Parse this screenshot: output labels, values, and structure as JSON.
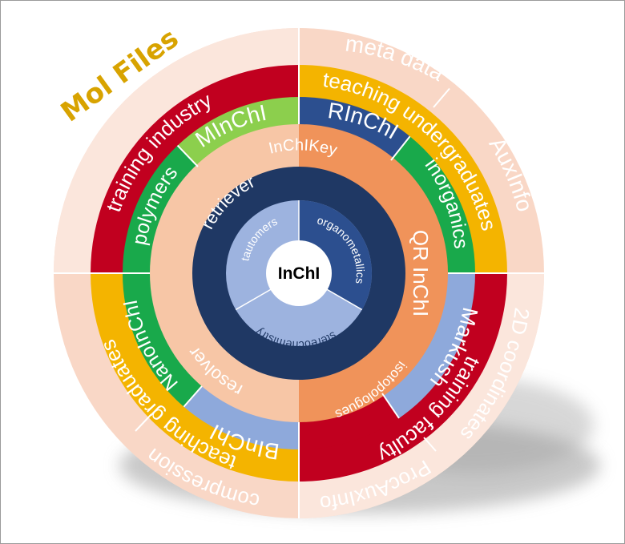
{
  "center": {
    "label": "InChI"
  },
  "rings": {
    "inner": {
      "tautomers": "tautomers",
      "organometallics": "organometallics",
      "stereochemistry": "stereochemistry"
    },
    "key": {
      "inchikey": "InChIKey",
      "isotopologues": "isotopologues"
    },
    "tools": {
      "retriever": "retriever",
      "qr_inchi": "QR InChI",
      "resolver": "resolver"
    },
    "extensions": {
      "polymers": "polymers",
      "minchi": "MInChI",
      "rinchi": "RInChI",
      "inorganics": "inorganics",
      "markush": "Markush",
      "nanoinchi": "NanoInChI",
      "binchi": "BInChI"
    },
    "education": {
      "training_industry": "training industry",
      "teaching_undergraduates": "teaching undergraduates",
      "training_faculty": "training faculty",
      "teaching_graduates": "teaching graduates"
    },
    "outer": {
      "meta_data": "meta data",
      "auxinfo": "AuxInfo",
      "coordinates_2d": "2D coordinates",
      "procauxinfo": "ProcAuxInfo",
      "compression": "compression"
    }
  },
  "callout": {
    "mol_files": "Mol Files"
  },
  "colors": {
    "outer_ring": "#f9d7c6",
    "red": "#c1001f",
    "yellow": "#f4b400",
    "green": "#19a94b",
    "light_green": "#8ccf4d",
    "blue": "#2c4f8f",
    "periwinkle": "#8ea9db",
    "peach": "#f7c6a6",
    "orange": "#f0935a",
    "navy": "#1f3864",
    "light_blue": "#9db3df",
    "mol_files": "#d8a300"
  },
  "icons": {
    "center": "inchi-core-circle"
  }
}
